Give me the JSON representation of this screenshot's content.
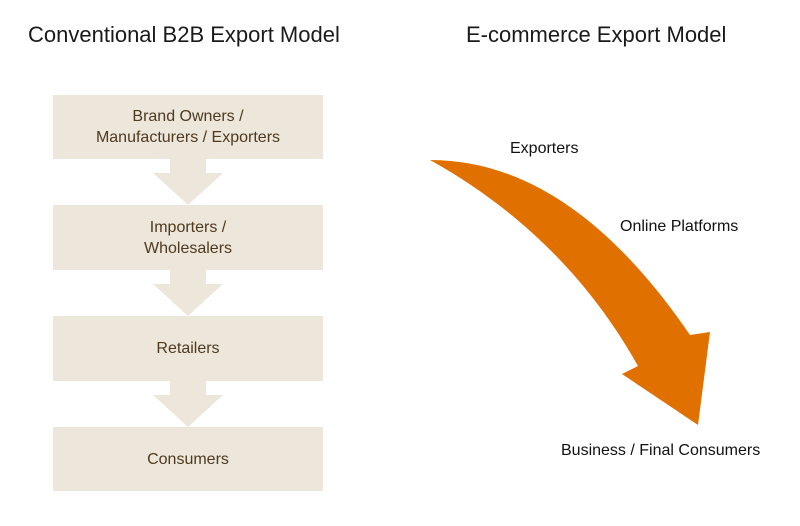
{
  "conventional": {
    "title": "Conventional B2B Export Model",
    "steps": [
      "Brand Owners /\nManufacturers / Exporters",
      "Importers /\nWholesalers",
      "Retailers",
      "Consumers"
    ]
  },
  "ecommerce": {
    "title": "E-commerce Export Model",
    "labels": {
      "exporters": "Exporters",
      "platforms": "Online Platforms",
      "consumers": "Business / Final Consumers"
    }
  },
  "colors": {
    "box_fill": "#ede6da",
    "box_text": "#4d3a1f",
    "connector_arrow": "#ede6da",
    "curved_arrow": "#e07000"
  }
}
